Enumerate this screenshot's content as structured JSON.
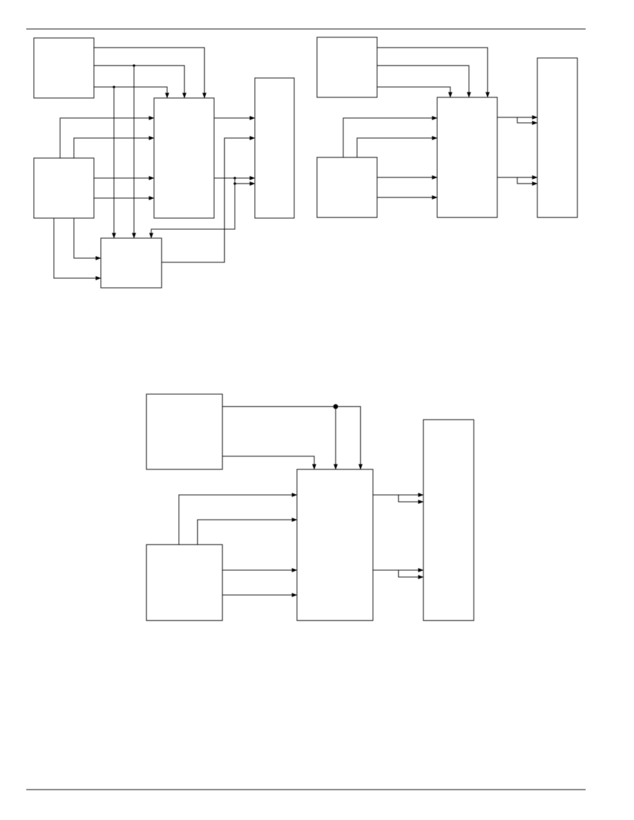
{
  "page": {
    "background": "#ffffff",
    "line_color": "#000000"
  },
  "diagrams": [
    {
      "id": "block-diagram-top-left",
      "blocks": 5
    },
    {
      "id": "block-diagram-top-right",
      "blocks": 4
    },
    {
      "id": "block-diagram-bottom",
      "blocks": 4
    }
  ]
}
